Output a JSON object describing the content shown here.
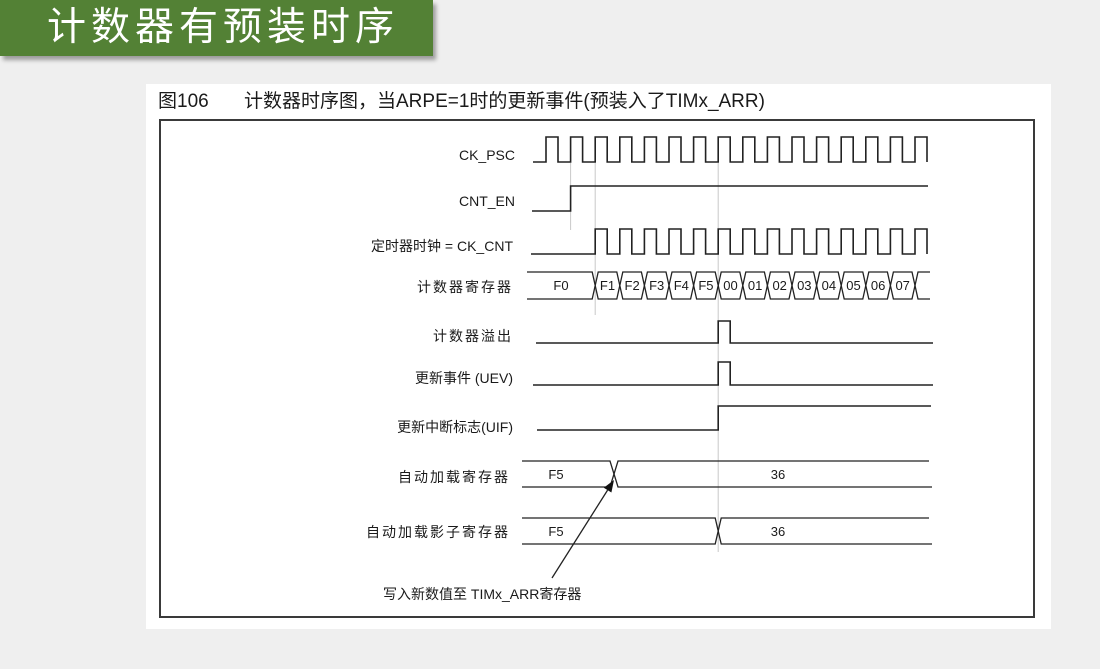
{
  "slide": {
    "title": "计数器有预装时序"
  },
  "colors": {
    "title_bg": "#538135",
    "title_text": "#ffffff",
    "page_bg": "#efefef",
    "panel_bg": "#ffffff",
    "waveform": "#222222",
    "guide_line": "#c9c9c9"
  },
  "figure": {
    "number": "图106",
    "caption": "计数器时序图，当ARPE=1时的更新事件(预装入了TIMx_ARR)"
  },
  "signals": {
    "ck_psc": {
      "label": "CK_PSC",
      "pulses": 16
    },
    "cnt_en": {
      "label": "CNT_EN"
    },
    "ck_cnt": {
      "label": "定时器时钟 = CK_CNT",
      "pulses": 14
    },
    "counter": {
      "label": "计数器寄存器",
      "values": [
        "F0",
        "F1",
        "F2",
        "F3",
        "F4",
        "F5",
        "00",
        "01",
        "02",
        "03",
        "04",
        "05",
        "06",
        "07"
      ]
    },
    "overflow": {
      "label": "计数器溢出"
    },
    "uev": {
      "label": "更新事件 (UEV)"
    },
    "uif": {
      "label": "更新中断标志(UIF)"
    },
    "arr": {
      "label": "自动加载寄存器",
      "values": [
        "F5",
        "36"
      ]
    },
    "arr_shadow": {
      "label": "自动加载影子寄存器",
      "values": [
        "F5",
        "36"
      ]
    }
  },
  "annotation": {
    "text": "写入新数值至 TIMx_ARR寄存器"
  }
}
